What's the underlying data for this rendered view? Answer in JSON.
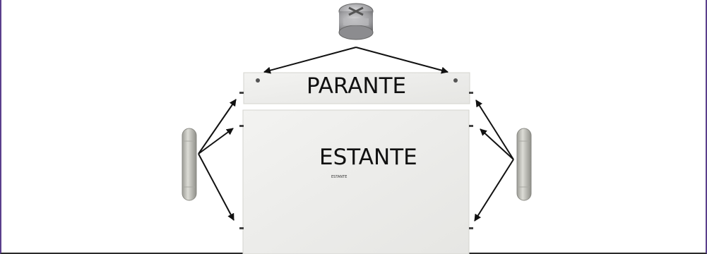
{
  "labels": {
    "parante": "PARANTE",
    "estante": "ESTANTE",
    "small_tag": "ESTANTE"
  },
  "icons": {
    "cam_fitting": "cam-lock-fitting-icon",
    "dowel_left": "wooden-dowel-icon",
    "dowel_right": "wooden-dowel-icon"
  },
  "colors": {
    "board": "#efefec",
    "board_edge": "#d8d8d3",
    "arrow": "#111111",
    "frame_side": "#5b3f8c",
    "frame_bottom": "#2b2b2b",
    "dowel": "#c9c9c2",
    "metal": "#a9a9ab"
  }
}
